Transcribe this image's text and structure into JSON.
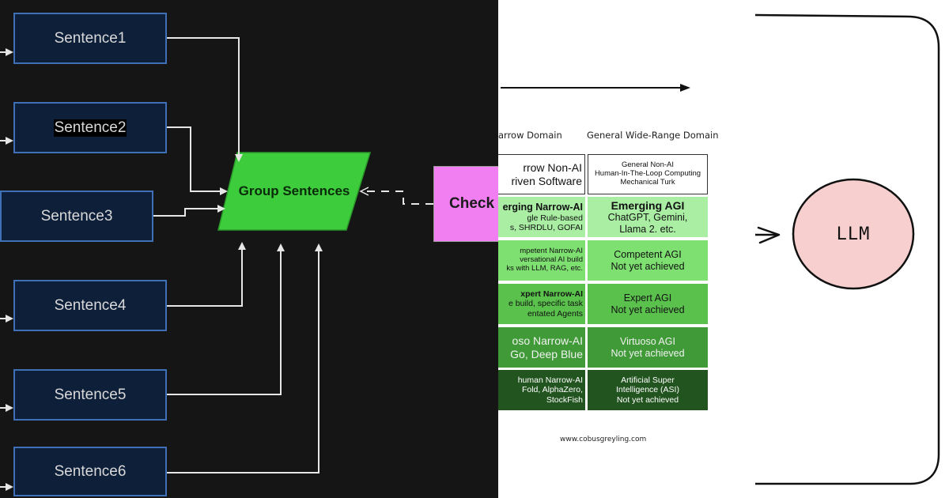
{
  "flowchart": {
    "sentences": [
      "Sentence1",
      "Sentence2",
      "Sentence3",
      "Sentence4",
      "Sentence5",
      "Sentence6"
    ],
    "group_label": "Group Sentences",
    "check_label": "Check S",
    "colors": {
      "box_fill": "#0e1f3a",
      "box_border": "#3f6fb5",
      "group_fill": "#3ccc3c",
      "check_fill": "#f27ff2"
    }
  },
  "levels_table": {
    "col_narrow": "arrow Domain",
    "col_general": "General Wide-Range Domain",
    "rows": [
      {
        "narrow": [
          "rrow Non-AI",
          "riven Software"
        ],
        "general": [
          "General Non-AI",
          "Human-In-The-Loop Computing",
          "Mechanical Turk"
        ]
      },
      {
        "narrow": [
          "erging Narrow-AI",
          "gle Rule-based",
          "s, SHRDLU, GOFAI"
        ],
        "general": [
          "Emerging AGI",
          "ChatGPT, Gemini,",
          "Llama 2. etc."
        ]
      },
      {
        "narrow": [
          "mpetent Narrow-AI",
          "versational AI build",
          "ks with LLM, RAG, etc."
        ],
        "general": [
          "Competent AGI",
          "Not yet achieved"
        ]
      },
      {
        "narrow": [
          "xpert Narrow-AI",
          "e build, specific task",
          "entated Agents"
        ],
        "general": [
          "Expert AGI",
          "Not yet achieved"
        ]
      },
      {
        "narrow": [
          "oso Narrow-AI",
          "Go, Deep Blue"
        ],
        "general": [
          "Virtuoso AGI",
          "Not yet achieved"
        ]
      },
      {
        "narrow": [
          "human Narrow-AI",
          "Fold, AlphaZero,",
          "StockFish"
        ],
        "general": [
          "Artificial Super",
          "Intelligence (ASI)",
          "Not yet achieved"
        ]
      }
    ],
    "website": "www.cobusgreyling.com"
  },
  "sketch": {
    "llm_label": "LLM",
    "circle_color": "#f7cfcf"
  }
}
